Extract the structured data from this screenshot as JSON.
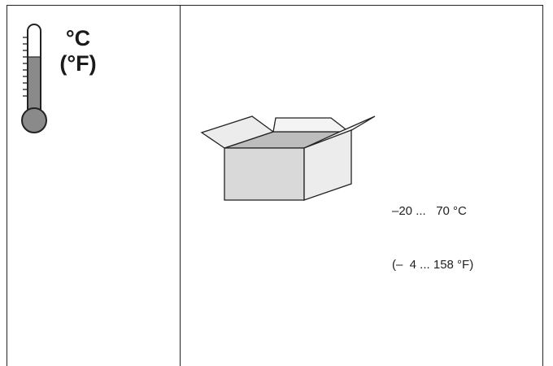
{
  "left_panel": {
    "unit_celsius": "°C",
    "unit_fahrenheit": "(°F)"
  },
  "right_panel": {
    "range_celsius": "–20 ...   70 °C",
    "range_fahrenheit": "(–  4 ... 158 °F)"
  },
  "icons": {
    "thermometer": "thermometer-icon",
    "box": "open-box-icon"
  },
  "colors": {
    "line": "#222222",
    "mercury": "#8a8a8a",
    "box_front": "#d9d9d9",
    "box_side": "#ececec",
    "box_inside": "#bdbdbd"
  }
}
